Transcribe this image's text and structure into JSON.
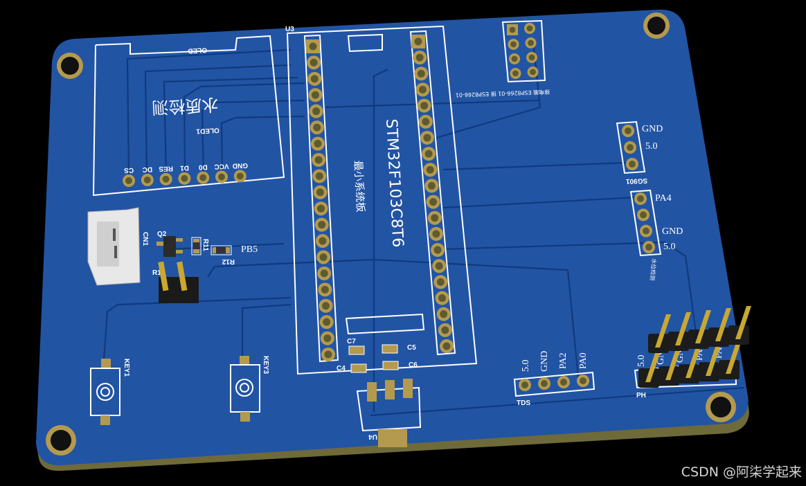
{
  "colors": {
    "board": "#2254a4",
    "pad": "#b49a4e",
    "silkscreen": "#ffffff",
    "trace": "#0f3a7e",
    "edge": "#6e6a3a"
  },
  "oled": {
    "ref": "OLED",
    "designator": "OLED1",
    "title": "水质检测",
    "pins": [
      "CS",
      "DC",
      "RES",
      "D1",
      "D0",
      "VCC",
      "GND"
    ]
  },
  "mcu": {
    "ref": "U3",
    "part": "STM32F103C8T6",
    "desc": "最小系统板"
  },
  "esp": {
    "label": "接电脑 ESP8266-01 接 ESP8266-01"
  },
  "sg901": {
    "ref": "SG901",
    "pins": [
      "GND",
      "5.0"
    ]
  },
  "water": {
    "ref": "水位检测",
    "pins": [
      "PA4",
      "GND",
      "5.0"
    ]
  },
  "small_parts": {
    "cn": "CN1",
    "q": "Q2",
    "r11": "R11",
    "r12": "R12",
    "r1": "R1",
    "pb5": "PB5"
  },
  "keys": [
    "KEY1",
    "KEY3"
  ],
  "caps": [
    "C7",
    "C5",
    "C4",
    "C6"
  ],
  "regulator": {
    "ref": "U4"
  },
  "tds": {
    "ref": "TDS",
    "pins": [
      "5.0",
      "GND",
      "PA2",
      "PA0"
    ]
  },
  "ph": {
    "ref": "PH",
    "pins": [
      "5.0",
      "GND",
      "GND",
      "PA1",
      "PA"
    ]
  },
  "watermark": "CSDN @阿柒学起来"
}
